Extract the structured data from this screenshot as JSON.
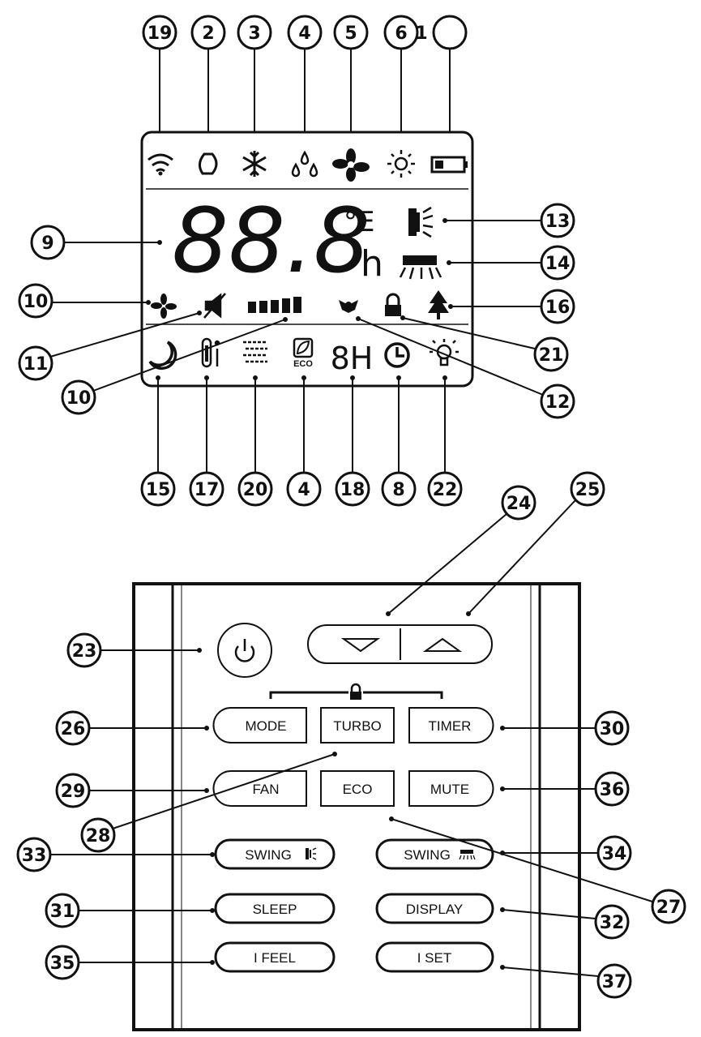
{
  "lcd": {
    "digits": "88.8",
    "unit_temp": "°E",
    "unit_hour": "h",
    "timer_value": "8H",
    "eco_text": "ECO",
    "top_icons": [
      "wifi-icon",
      "auto-mode-icon",
      "cool-snowflake-icon",
      "dry-drops-icon",
      "fan-mode-icon",
      "heat-sun-icon",
      "battery-icon"
    ],
    "middle_icons": [
      "vertical-swing-icon",
      "horizontal-swing-icon",
      "fan-speed-icon",
      "mute-icon",
      "fan-level-bars-icon",
      "turbo-icon",
      "lock-icon",
      "health-tree-icon"
    ],
    "bottom_icons": [
      "sleep-moon-icon",
      "i-feel-thermometer-icon",
      "i-set-icon",
      "eco-leaf-icon",
      "timer-8h-icon",
      "clock-icon",
      "display-bulb-icon"
    ]
  },
  "callouts": {
    "top": [
      "19",
      "2",
      "3",
      "4",
      "5",
      "6",
      "1"
    ],
    "bottom": [
      "15",
      "17",
      "20",
      "4",
      "18",
      "8",
      "22"
    ],
    "left": [
      "9",
      "10",
      "11",
      "10"
    ],
    "right": [
      "13",
      "14",
      "16",
      "21",
      "12"
    ],
    "remote_left": [
      "23",
      "26",
      "29",
      "28",
      "33",
      "31",
      "35"
    ],
    "remote_right": [
      "24",
      "25",
      "30",
      "36",
      "34",
      "27",
      "32",
      "37"
    ]
  },
  "remote": {
    "buttons": {
      "mode": "MODE",
      "turbo": "TURBO",
      "timer": "TIMER",
      "fan": "FAN",
      "eco": "ECO",
      "mute": "MUTE",
      "swing_vertical": "SWING",
      "swing_horizontal": "SWING",
      "sleep": "SLEEP",
      "display": "DISPLAY",
      "i_feel": "I FEEL",
      "i_set": "I SET"
    }
  }
}
